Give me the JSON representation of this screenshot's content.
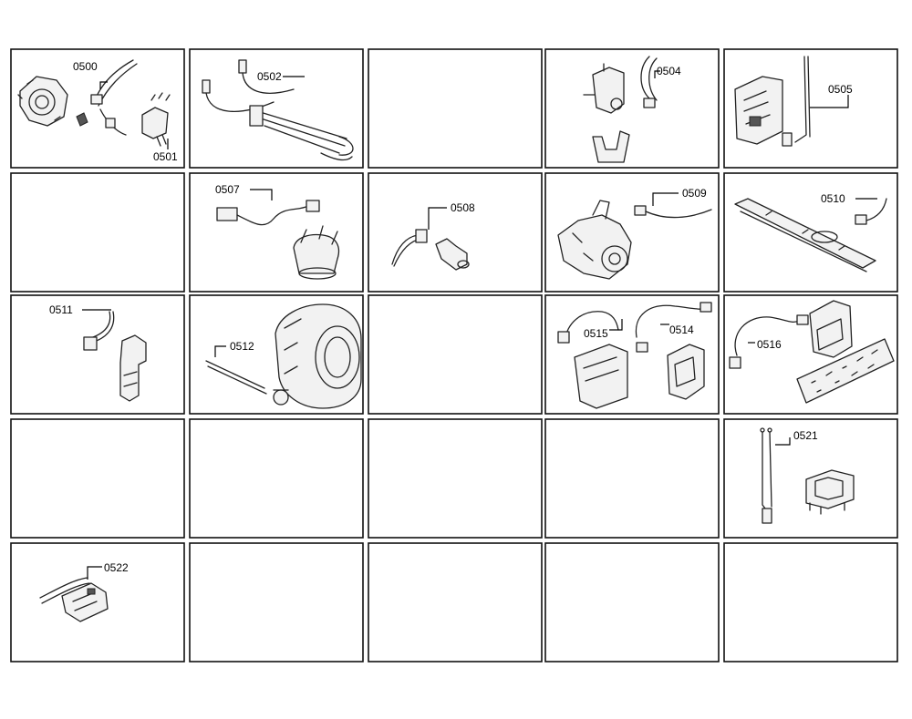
{
  "diagram": {
    "grid": {
      "rows": 5,
      "columns": 5
    },
    "cells": [
      {
        "row": 1,
        "col": 1,
        "labels": [
          "0500",
          "0501"
        ],
        "icons": [
          "pump-motor-icon",
          "wire-harness-icon",
          "connector-block-icon"
        ]
      },
      {
        "row": 1,
        "col": 2,
        "labels": [
          "0502"
        ],
        "icons": [
          "heating-element-icon",
          "wire-harness-icon"
        ]
      },
      {
        "row": 1,
        "col": 3,
        "labels": [],
        "icons": []
      },
      {
        "row": 1,
        "col": 4,
        "labels": [
          "0504"
        ],
        "icons": [
          "valve-icon",
          "wire-harness-icon",
          "bracket-icon"
        ]
      },
      {
        "row": 1,
        "col": 5,
        "labels": [
          "0505"
        ],
        "icons": [
          "control-module-icon",
          "wire-harness-icon"
        ]
      },
      {
        "row": 2,
        "col": 1,
        "labels": [],
        "icons": []
      },
      {
        "row": 2,
        "col": 2,
        "labels": [
          "0507"
        ],
        "icons": [
          "wire-harness-icon",
          "sensor-housing-icon"
        ]
      },
      {
        "row": 2,
        "col": 3,
        "labels": [
          "0508"
        ],
        "icons": [
          "wire-harness-icon",
          "sensor-plug-icon"
        ]
      },
      {
        "row": 2,
        "col": 4,
        "labels": [
          "0509"
        ],
        "icons": [
          "drain-pump-icon",
          "wire-harness-icon"
        ]
      },
      {
        "row": 2,
        "col": 5,
        "labels": [
          "0510"
        ],
        "icons": [
          "rail-bracket-icon",
          "wire-harness-icon"
        ]
      },
      {
        "row": 3,
        "col": 1,
        "labels": [
          "0511"
        ],
        "icons": [
          "wire-harness-icon",
          "sensor-plug-icon"
        ]
      },
      {
        "row": 3,
        "col": 2,
        "labels": [
          "0512"
        ],
        "icons": [
          "tub-icon",
          "sensor-rod-icon"
        ]
      },
      {
        "row": 3,
        "col": 3,
        "labels": [],
        "icons": []
      },
      {
        "row": 3,
        "col": 4,
        "labels": [
          "0515",
          "0514"
        ],
        "icons": [
          "wire-harness-icon",
          "control-module-icon",
          "housing-icon"
        ]
      },
      {
        "row": 3,
        "col": 5,
        "labels": [
          "0516"
        ],
        "icons": [
          "wire-harness-icon",
          "housing-icon",
          "circuit-board-icon"
        ]
      },
      {
        "row": 4,
        "col": 1,
        "labels": [],
        "icons": []
      },
      {
        "row": 4,
        "col": 2,
        "labels": [],
        "icons": []
      },
      {
        "row": 4,
        "col": 3,
        "labels": [],
        "icons": []
      },
      {
        "row": 4,
        "col": 4,
        "labels": [],
        "icons": []
      },
      {
        "row": 4,
        "col": 5,
        "labels": [
          "0521"
        ],
        "icons": [
          "wire-harness-icon",
          "switch-block-icon"
        ]
      },
      {
        "row": 5,
        "col": 1,
        "labels": [
          "0522"
        ],
        "icons": [
          "circuit-board-icon",
          "wire-harness-icon"
        ]
      },
      {
        "row": 5,
        "col": 2,
        "labels": [],
        "icons": []
      },
      {
        "row": 5,
        "col": 3,
        "labels": [],
        "icons": []
      },
      {
        "row": 5,
        "col": 4,
        "labels": [],
        "icons": []
      },
      {
        "row": 5,
        "col": 5,
        "labels": [],
        "icons": []
      }
    ]
  }
}
